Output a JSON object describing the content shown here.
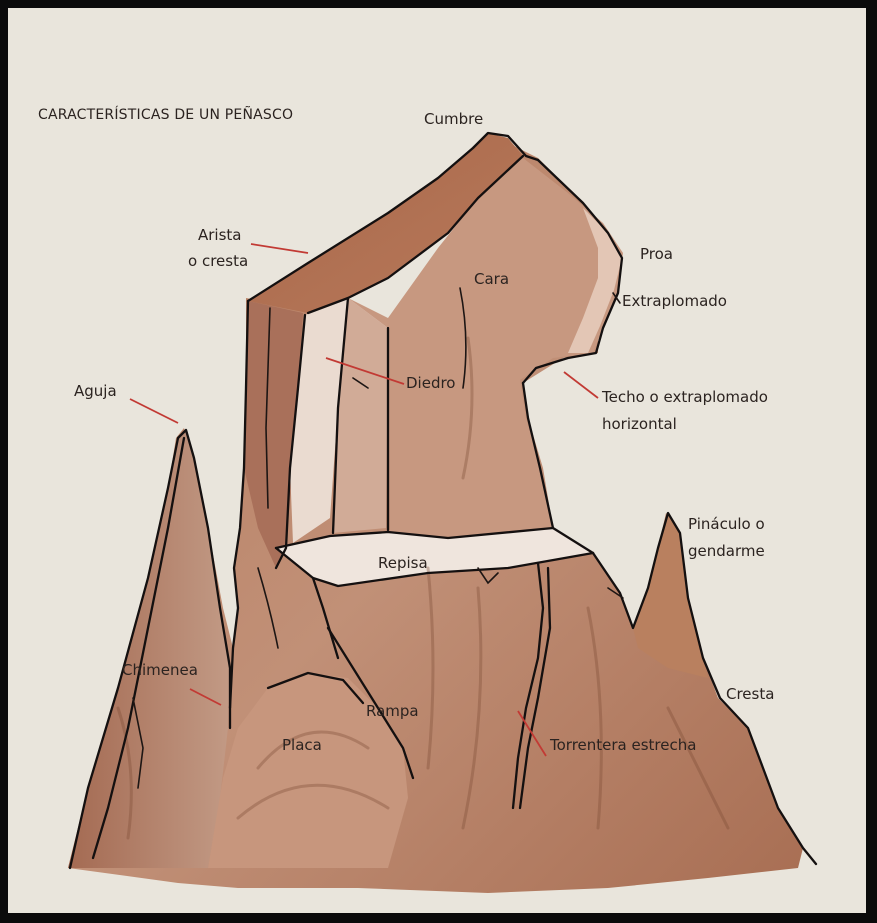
{
  "title": "CARACTERÍSTICAS DE UN PEÑASCO",
  "labels": {
    "cumbre": "Cumbre",
    "arista_1": "Arista",
    "arista_2": "o cresta",
    "cara": "Cara",
    "proa": "Proa",
    "extraplomado": "Extraplomado",
    "diedro": "Diedro",
    "aguja": "Aguja",
    "techo_1": "Techo o extraplomado",
    "techo_2": "horizontal",
    "pinaculo_1": "Pináculo o",
    "pinaculo_2": "gendarme",
    "repisa": "Repisa",
    "chimenea": "Chimenea",
    "rampa": "Rampa",
    "placa": "Placa",
    "cresta": "Cresta",
    "torrentera": "Torrentera estrecha"
  },
  "colors": {
    "paper": "#e9e5dc",
    "rock": "#b98468",
    "rock_dark": "#9c634a",
    "rock_light": "#d7b4a0",
    "highlight": "#f2ece6",
    "leader": "#c23a34",
    "ink": "#141010"
  }
}
